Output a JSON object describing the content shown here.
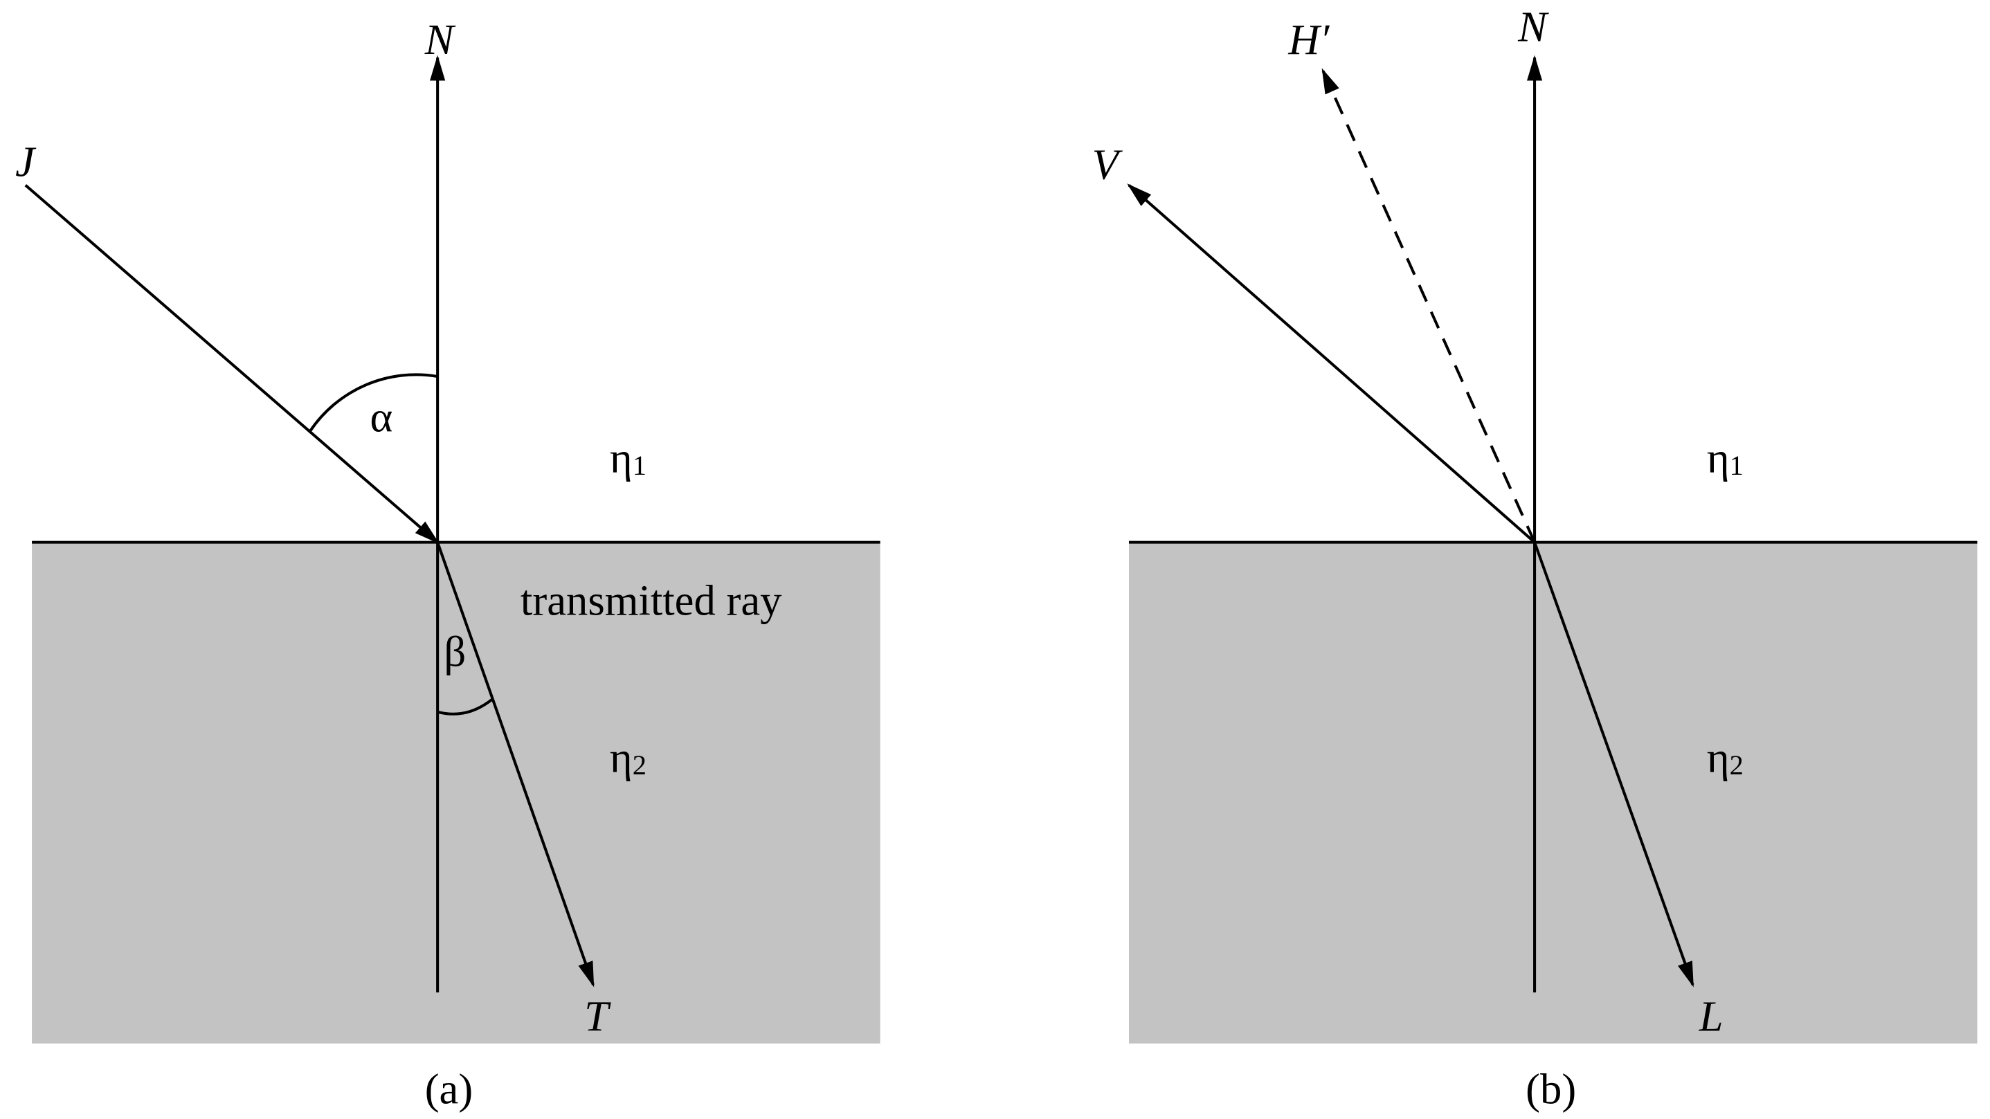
{
  "colors": {
    "medium": "#c3c3c3",
    "line": "#000000",
    "background": "#ffffff"
  },
  "panel_a": {
    "caption": "(a)",
    "normal_label": "N",
    "incident_label": "J",
    "transmitted_label": "T",
    "angle_incident": "α",
    "angle_transmitted": "β",
    "medium1": {
      "symbol": "η",
      "subscript": "1"
    },
    "medium2": {
      "symbol": "η",
      "subscript": "2"
    },
    "annotation": "transmitted ray"
  },
  "panel_b": {
    "caption": "(b)",
    "normal_label": "N",
    "view_label": "V",
    "half_vector_label": "H′",
    "light_label": "L",
    "medium1": {
      "symbol": "η",
      "subscript": "1"
    },
    "medium2": {
      "symbol": "η",
      "subscript": "2"
    }
  }
}
